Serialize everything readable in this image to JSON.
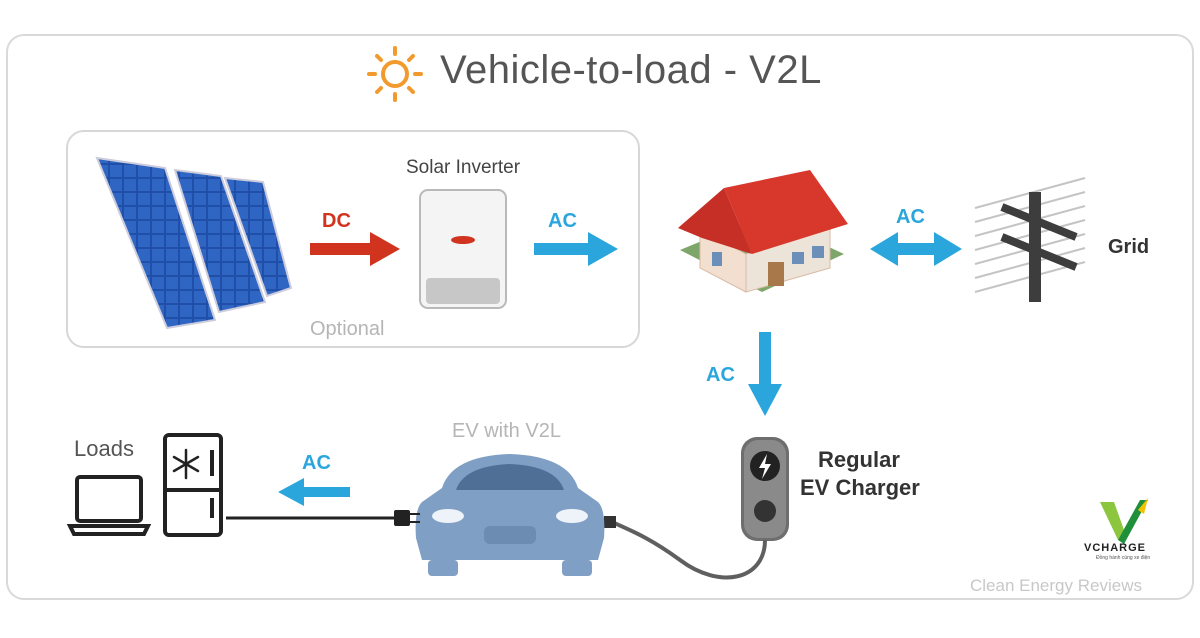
{
  "title": "Vehicle-to-load - V2L",
  "labels": {
    "solar_inverter": "Solar Inverter",
    "optional": "Optional",
    "dc": "DC",
    "ac_inverter": "AC",
    "ac_grid": "AC",
    "grid": "Grid",
    "ac_down": "AC",
    "ac_loads": "AC",
    "loads": "Loads",
    "ev_with_v2l": "EV with V2L",
    "charger_line1": "Regular",
    "charger_line2": "EV Charger",
    "credit": "Clean Energy Reviews",
    "logo_text": "VCHARGE",
    "logo_tagline": "Đồng hành cùng xe điện"
  },
  "colors": {
    "ac_blue": "#2aa6dc",
    "dc_red": "#d0341f",
    "roof_red": "#d8382c",
    "sun_orange": "#f29a2e",
    "car_blue": "#7f9fc4"
  }
}
